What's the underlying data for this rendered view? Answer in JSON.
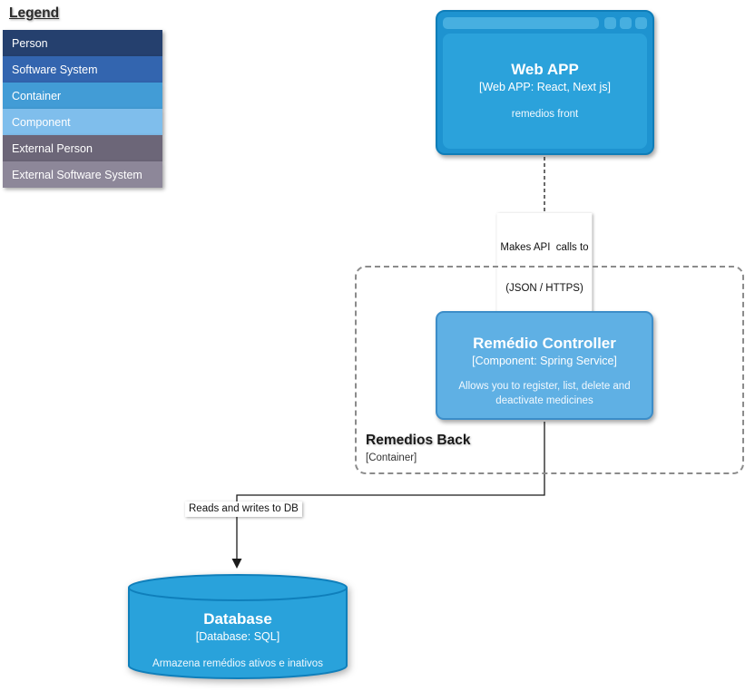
{
  "legend": {
    "title": "Legend",
    "items": [
      {
        "label": "Person",
        "color": "#25406e"
      },
      {
        "label": "Software System",
        "color": "#3365af"
      },
      {
        "label": "Container",
        "color": "#429cd6"
      },
      {
        "label": "Component",
        "color": "#7fbeec"
      },
      {
        "label": "External Person",
        "color": "#6c6678"
      },
      {
        "label": "External Software System",
        "color": "#8d8799"
      }
    ]
  },
  "nodes": {
    "web_app": {
      "title": "Web APP",
      "subtitle": "[Web APP: React, Next js]",
      "description": "remedios front"
    },
    "remedio_controller": {
      "title": "Remédio Controller",
      "subtitle": "[Component: Spring Service]",
      "description": "Allows you to register, list, delete and deactivate medicines"
    },
    "database": {
      "title": "Database",
      "subtitle": "[Database: SQL]",
      "description": "Armazena remédios ativos e inativos"
    }
  },
  "boundary": {
    "title": "Remedios Back",
    "subtitle": "[Container]"
  },
  "edges": {
    "web_to_controller": {
      "label_line1": "Makes API  calls to",
      "label_line2": "(JSON / HTTPS)",
      "style": "dashed"
    },
    "controller_to_db": {
      "label": "Reads and writes to DB",
      "style": "solid"
    }
  },
  "colors": {
    "browser_frame": "#1e93d0",
    "browser_inner": "#2ba2db",
    "browser_bar": "#47afe0",
    "node_border": "#0f7db8",
    "component_fill": "#5fb0e4",
    "component_border": "#3c8dc8",
    "cylinder_fill": "#29a2db",
    "boundary_border": "#8b8b8b",
    "edge_line": "#1b1b1b"
  }
}
